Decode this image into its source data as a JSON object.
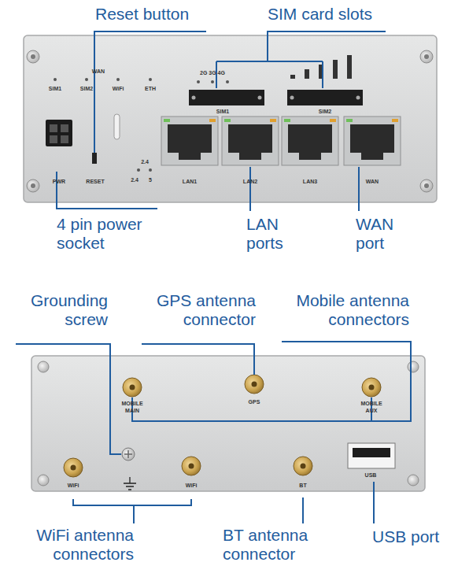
{
  "diagram": {
    "labels": [
      "Reset button",
      "SIM card slots",
      "WAN",
      "SIM1",
      "SIM2",
      "WiFi",
      "ETH",
      "2G 3G 4G",
      "SIM1",
      "SIM2",
      "PWR",
      "RESET",
      "2.4",
      "2.4",
      "5",
      "LAN1",
      "LAN2",
      "LAN3",
      "WAN",
      "4 pin power socket",
      "LAN ports",
      "WAN port",
      "Grounding screw",
      "GPS antenna connector",
      "Mobile antenna connectors",
      "MOBILE MAIN",
      "GPS",
      "MOBILE AUX",
      "WiFi",
      "WiFi",
      "BT",
      "USB",
      "WiFi antenna connectors",
      "BT antenna connector",
      "USB port"
    ]
  }
}
